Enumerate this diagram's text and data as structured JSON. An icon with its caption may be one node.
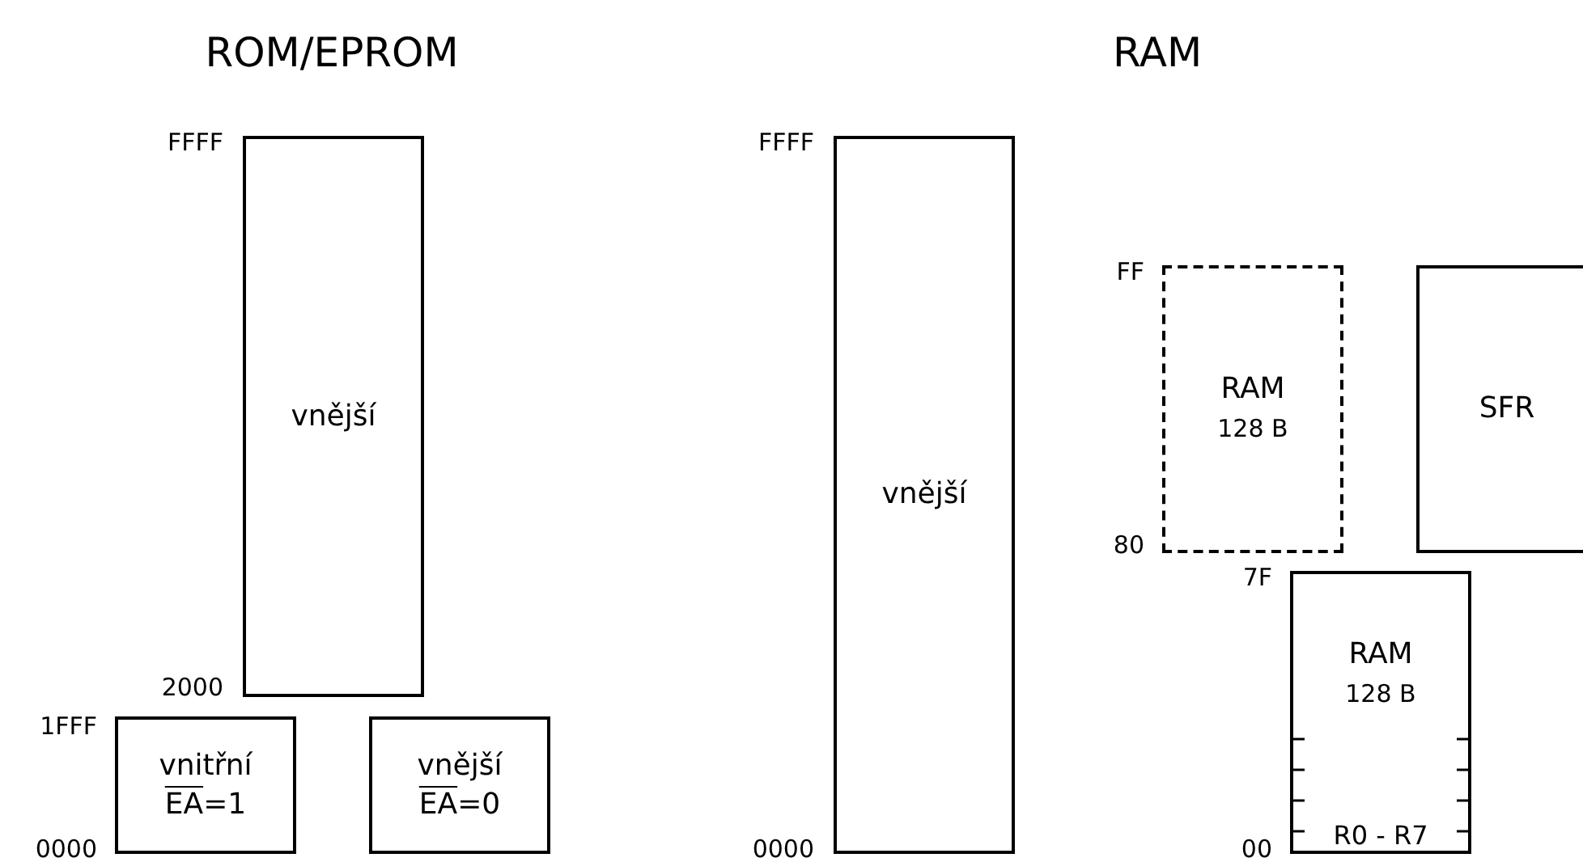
{
  "diagram": {
    "nodes": [
      {
        "text": [
          "vnější"
        ],
        "beside": [
          "FFFF",
          "2000"
        ]
      },
      {
        "text": [
          "vnitřní",
          "EA=1"
        ],
        "beside": [
          "1FFF",
          "0000"
        ]
      },
      {
        "text": [
          "vnější",
          "EA=0"
        ]
      },
      {
        "text": [
          "vnější"
        ],
        "beside": [
          "FFFF",
          "0000"
        ]
      },
      {
        "text": [
          "RAM",
          "128 B"
        ],
        "beside": [
          "FF",
          "80"
        ]
      },
      {
        "text": [
          "SFR"
        ]
      },
      {
        "text": [
          "RAM",
          "128 B",
          "R0 - R7"
        ],
        "beside": [
          "7F",
          "00"
        ]
      }
    ],
    "labels": [
      "ROM/EPROM",
      "RAM"
    ]
  }
}
